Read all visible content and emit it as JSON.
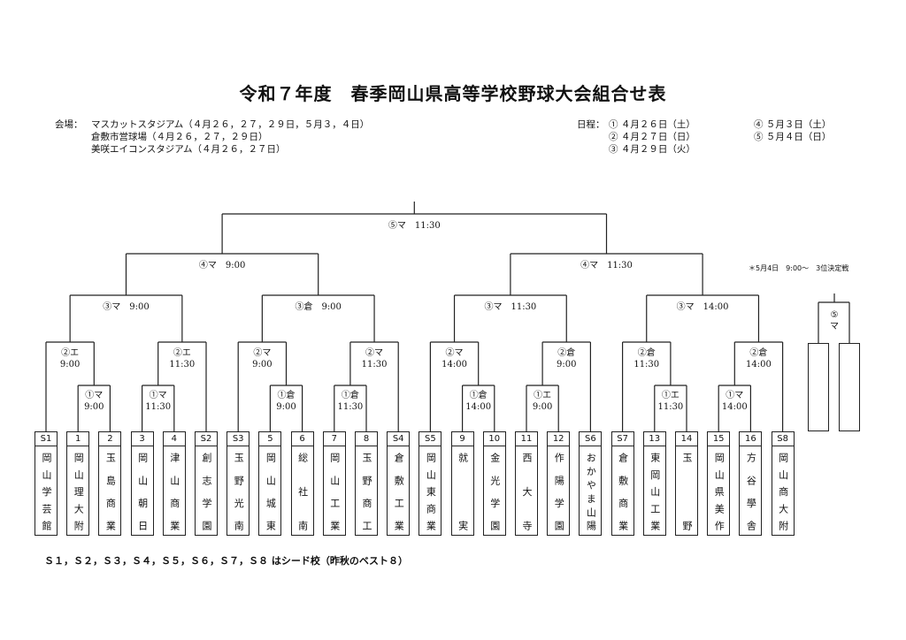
{
  "title": "令和７年度　春季岡山県高等学校野球大会組合せ表",
  "venues": {
    "label": "会場：",
    "lines": [
      "マスカットスタジアム（４月２６，２７，２９日，５月３，４日）",
      "倉敷市営球場（４月２６，２７，２９日）",
      "美咲エイコンスタジアム（４月２６，２７日）"
    ]
  },
  "schedule": {
    "label": "日程：",
    "days": [
      "① ４月２６日（土）",
      "② ４月２７日（日）",
      "③ ４月２９日（火）",
      "④ ５月３日（土）",
      "⑤ ５月４日（日）"
    ]
  },
  "teams": [
    {
      "seed": "S1",
      "name": "岡山学芸館"
    },
    {
      "seed": "1",
      "name": "岡山理大附"
    },
    {
      "seed": "2",
      "name": "玉島商業"
    },
    {
      "seed": "3",
      "name": "岡山朝日"
    },
    {
      "seed": "4",
      "name": "津山商業"
    },
    {
      "seed": "S2",
      "name": "創志学園"
    },
    {
      "seed": "S3",
      "name": "玉野光南"
    },
    {
      "seed": "5",
      "name": "岡山城東"
    },
    {
      "seed": "6",
      "name": "総社南"
    },
    {
      "seed": "7",
      "name": "岡山工業"
    },
    {
      "seed": "8",
      "name": "玉野商工"
    },
    {
      "seed": "S4",
      "name": "倉敷工業"
    },
    {
      "seed": "S5",
      "name": "岡山東商業"
    },
    {
      "seed": "9",
      "name": "就実"
    },
    {
      "seed": "10",
      "name": "金光学園"
    },
    {
      "seed": "11",
      "name": "西大寺"
    },
    {
      "seed": "12",
      "name": "作陽学園"
    },
    {
      "seed": "S6",
      "name": "おかやま山陽"
    },
    {
      "seed": "S7",
      "name": "倉敷商業"
    },
    {
      "seed": "13",
      "name": "東岡山工業"
    },
    {
      "seed": "14",
      "name": "玉野"
    },
    {
      "seed": "15",
      "name": "岡山県美作"
    },
    {
      "seed": "16",
      "name": "方谷學舎"
    },
    {
      "seed": "S8",
      "name": "岡山商大附"
    }
  ],
  "matches": {
    "round1": [
      {
        "day": "①マ",
        "time": "9:00"
      },
      {
        "day": "①マ",
        "time": "11:30"
      },
      {
        "day": "①倉",
        "time": "9:00"
      },
      {
        "day": "①倉",
        "time": "11:30"
      },
      {
        "day": "①倉",
        "time": "14:00"
      },
      {
        "day": "①エ",
        "time": "9:00"
      },
      {
        "day": "①エ",
        "time": "11:30"
      },
      {
        "day": "①マ",
        "time": "14:00"
      }
    ],
    "round2": [
      {
        "day": "②エ",
        "time": "9:00"
      },
      {
        "day": "②エ",
        "time": "11:30"
      },
      {
        "day": "②マ",
        "time": "9:00"
      },
      {
        "day": "②マ",
        "time": "11:30"
      },
      {
        "day": "②マ",
        "time": "14:00"
      },
      {
        "day": "②倉",
        "time": "9:00"
      },
      {
        "day": "②倉",
        "time": "11:30"
      },
      {
        "day": "②倉",
        "time": "14:00"
      }
    ],
    "round3": [
      {
        "day": "③マ",
        "time": "9:00"
      },
      {
        "day": "③倉",
        "time": "9:00"
      },
      {
        "day": "③マ",
        "time": "11:30"
      },
      {
        "day": "③マ",
        "time": "14:00"
      }
    ],
    "round4": [
      {
        "day": "④マ",
        "time": "9:00"
      },
      {
        "day": "④マ",
        "time": "11:30"
      }
    ],
    "final": {
      "day": "⑤マ",
      "time": "11:30"
    },
    "third_place": {
      "day": "⑤",
      "venue": "マ",
      "note": "＊5月4日　9:00～　3位決定戦"
    }
  },
  "footnote": "Ｓ１，Ｓ２，Ｓ３，Ｓ４，Ｓ５，Ｓ６，Ｓ７，Ｓ８ はシード校（昨秋のベスト８）"
}
